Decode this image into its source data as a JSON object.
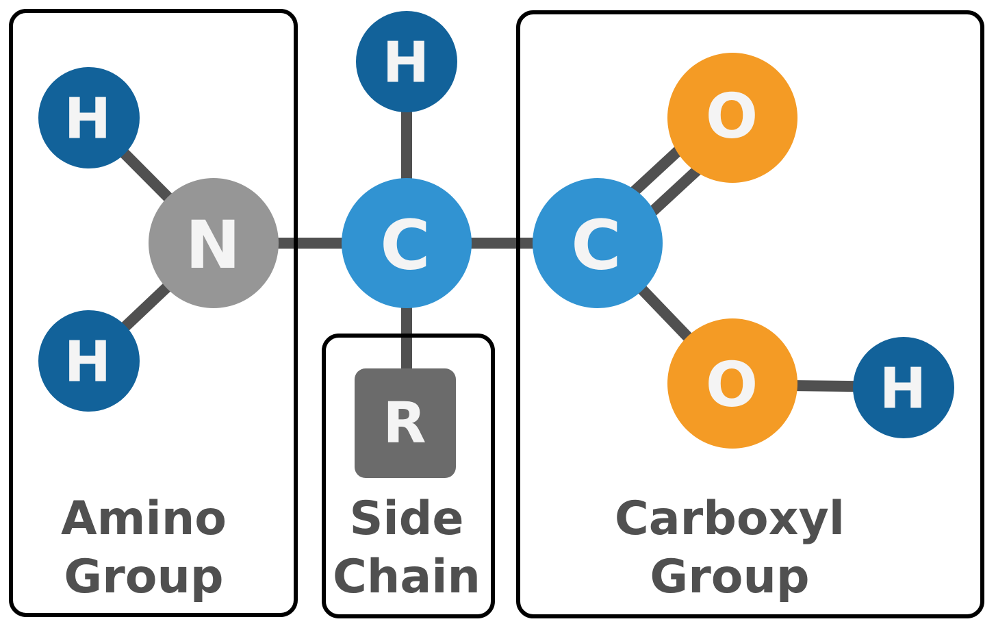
{
  "title": "Amino acid general structure",
  "colors": {
    "hydrogen": "#12629a",
    "carbon": "#3193d2",
    "nitrogen": "#969696",
    "oxygen": "#f49b25",
    "side_chain": "#6b6b6b",
    "bond": "#505050",
    "box_border": "#000000",
    "label_text": "#505050",
    "atom_text": "#f4f4f4"
  },
  "atoms": {
    "h_amino_top": "H",
    "h_amino_bottom": "H",
    "nitrogen": "N",
    "h_alpha": "H",
    "c_alpha": "C",
    "c_carboxyl": "C",
    "o_double": "O",
    "o_hydroxyl": "O",
    "h_hydroxyl": "H",
    "side_chain": "R"
  },
  "groups": {
    "amino": {
      "line1": "Amino",
      "line2": "Group"
    },
    "side_chain": {
      "line1": "Side",
      "line2": "Chain"
    },
    "carboxyl": {
      "line1": "Carboxyl",
      "line2": "Group"
    }
  }
}
